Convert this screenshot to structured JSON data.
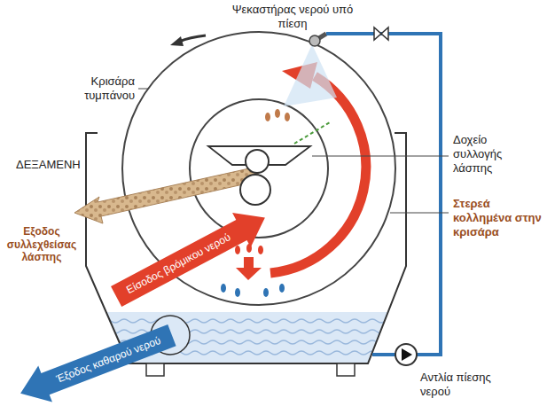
{
  "diagram": {
    "nodes": [
      {
        "text": [
          "Είσοδος βρόμικου νερού"
        ]
      },
      {
        "text": [
          "Έξοδος καθαρού νερού"
        ]
      }
    ],
    "labels": [
      "Ψεκαστήρας νερού υπό πίεση",
      "Κρισάρα τυμπάνου",
      "ΔΕΞΑΜΕΝΗ",
      "Δοχείο συλλογής λάσπης",
      "Εξοδος συλλεχθείσας λάσπης",
      "Στερεά κολλημένα στην κρισάρα",
      "Αντλία πίεσης νερού"
    ]
  }
}
